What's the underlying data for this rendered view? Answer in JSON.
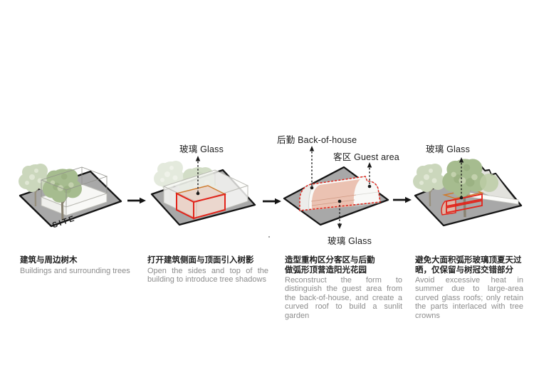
{
  "diagram": {
    "type": "architectural concept sequence",
    "colors": {
      "site_plate": "#a8a8a8",
      "outline": "#141414",
      "highlight_red": "#e2231a",
      "highlight_orange": "#cf7b2e",
      "glass_pink": "#e9bcaa",
      "tree_green": "#a6bc8f",
      "tree_green_light": "#cbd7bc",
      "caption_en_gray": "#8c8c8c"
    },
    "panels": [
      {
        "name": "site",
        "plate_label": "SITE",
        "caption_zh_lines": [
          "建筑与周边树木"
        ],
        "caption_en": "Buildings and surrounding trees"
      },
      {
        "name": "open-box",
        "glass_label": "玻璃 Glass",
        "caption_zh_lines": [
          "打开建筑侧面与顶面引入树影"
        ],
        "caption_en": "Open the sides and top of the building to introduce tree shadows"
      },
      {
        "name": "curved-roof",
        "boh_label": "后勤 Back-of-house",
        "guest_label": "客区 Guest area",
        "glass_label": "玻璃 Glass",
        "caption_zh_lines": [
          "造型重构区分客区与后勤",
          "做弧形顶营造阳光花园"
        ],
        "caption_en": "Reconstruct the form to distinguish the guest area from the back-of-house, and create a curved roof to build a sunlit garden"
      },
      {
        "name": "retained-glass",
        "glass_label": "玻璃 Glass",
        "caption_zh_lines": [
          "避免大面积弧形玻璃顶夏天过",
          "晒，仅保留与树冠交错部分"
        ],
        "caption_en": "Avoid excessive heat in summer due to large-area curved glass roofs; only retain the parts interlaced with tree crowns"
      }
    ]
  }
}
